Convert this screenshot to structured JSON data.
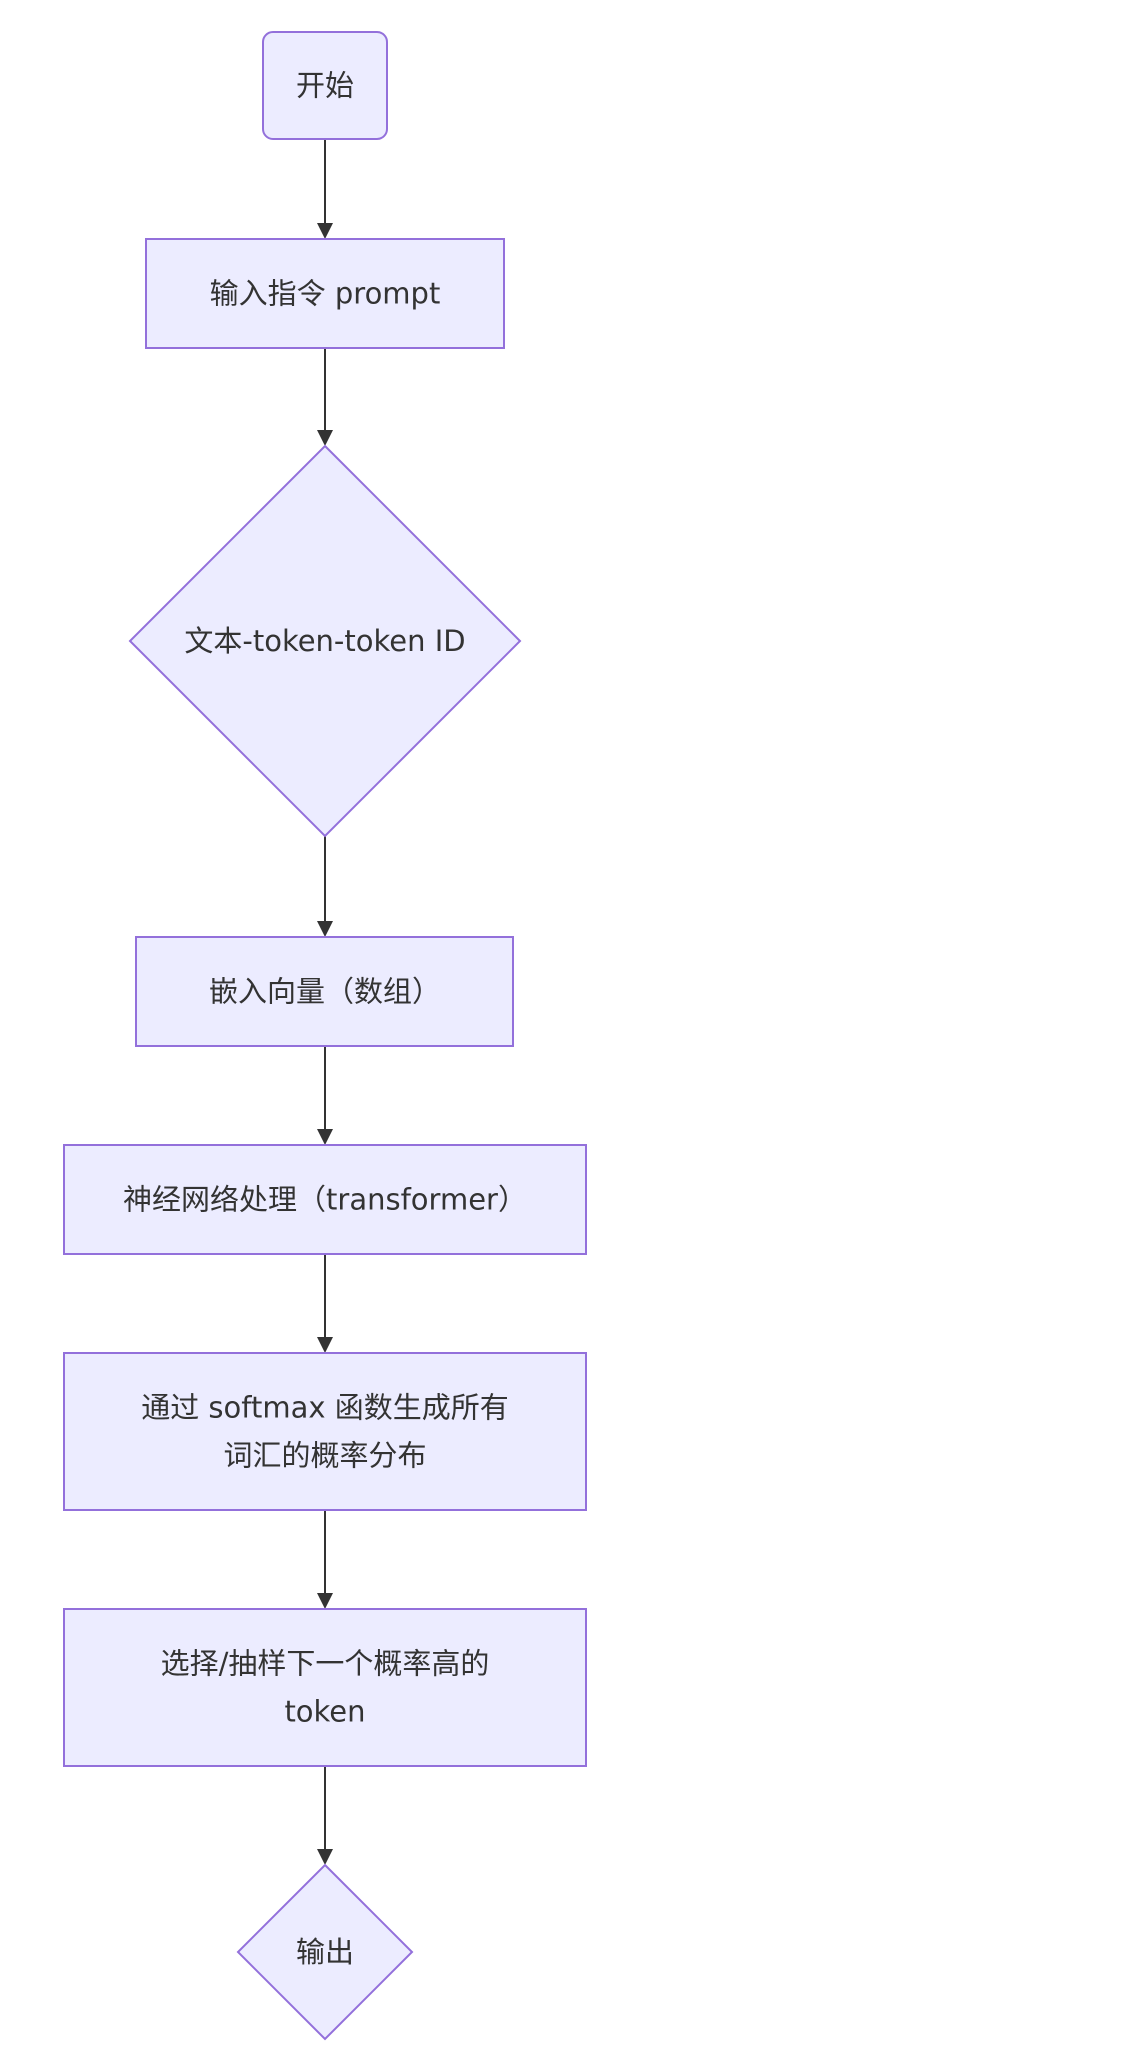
{
  "diagram": {
    "type": "flowchart",
    "colors": {
      "node_fill": "#ECECFF",
      "node_stroke": "#9370DB",
      "edge": "#333333",
      "text": "#333333"
    },
    "nodes": [
      {
        "id": "start",
        "shape": "rounded-rect",
        "lines": [
          "开始"
        ]
      },
      {
        "id": "input",
        "shape": "rect",
        "lines": [
          "输入指令 prompt"
        ]
      },
      {
        "id": "tokenize",
        "shape": "diamond",
        "lines": [
          "文本-token-token ID"
        ]
      },
      {
        "id": "embed",
        "shape": "rect",
        "lines": [
          "嵌入向量（数组）"
        ]
      },
      {
        "id": "network",
        "shape": "rect",
        "lines": [
          "神经网络处理（transformer）"
        ]
      },
      {
        "id": "softmax",
        "shape": "rect",
        "lines": [
          "通过 softmax 函数生成所有",
          "词汇的概率分布"
        ]
      },
      {
        "id": "sample",
        "shape": "rect",
        "lines": [
          "选择/抽样下一个概率高的",
          "token"
        ]
      },
      {
        "id": "output",
        "shape": "diamond",
        "lines": [
          "输出"
        ]
      }
    ],
    "edges": [
      {
        "from": "start",
        "to": "input"
      },
      {
        "from": "input",
        "to": "tokenize"
      },
      {
        "from": "tokenize",
        "to": "embed"
      },
      {
        "from": "embed",
        "to": "network"
      },
      {
        "from": "network",
        "to": "softmax"
      },
      {
        "from": "softmax",
        "to": "sample"
      },
      {
        "from": "sample",
        "to": "output"
      }
    ]
  }
}
